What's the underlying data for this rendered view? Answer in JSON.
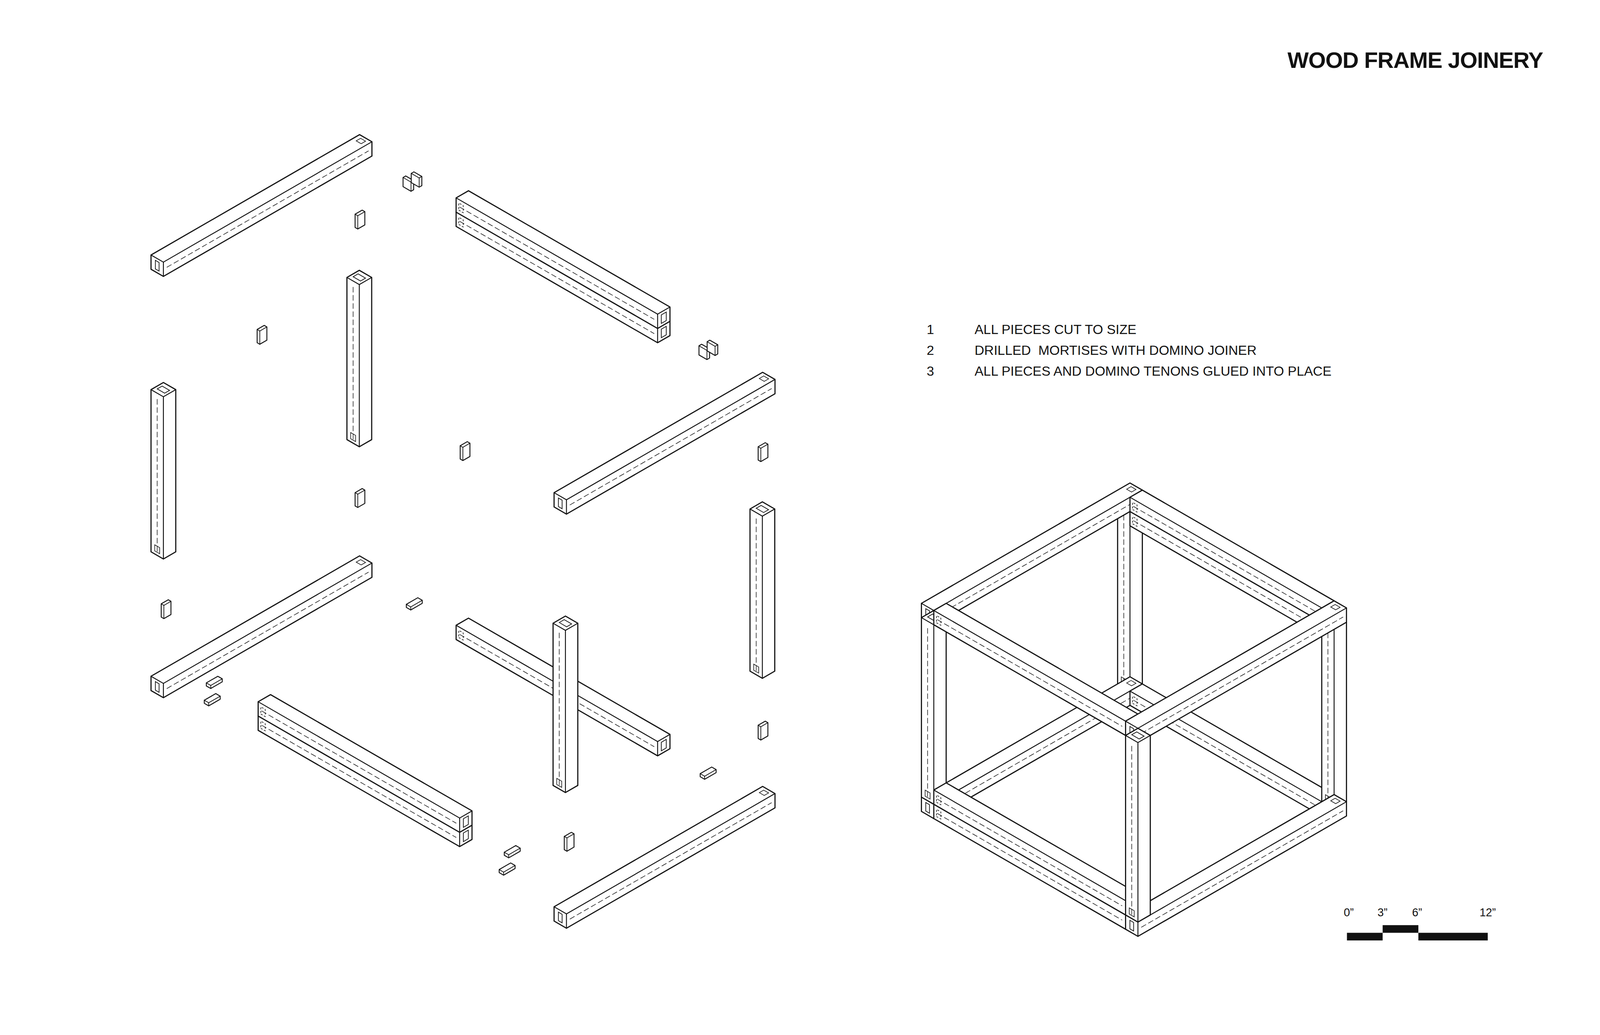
{
  "diagram": {
    "title": "WOOD FRAME JOINERY",
    "labels": [
      "1",
      "ALL PIECES CUT TO SIZE",
      "2",
      "DRILLED  MORTISES WITH DOMINO JOINER",
      "3",
      "ALL PIECES AND DOMINO TENONS GLUED INTO PLACE",
      "0”",
      "3”",
      "6”",
      "12”"
    ]
  }
}
